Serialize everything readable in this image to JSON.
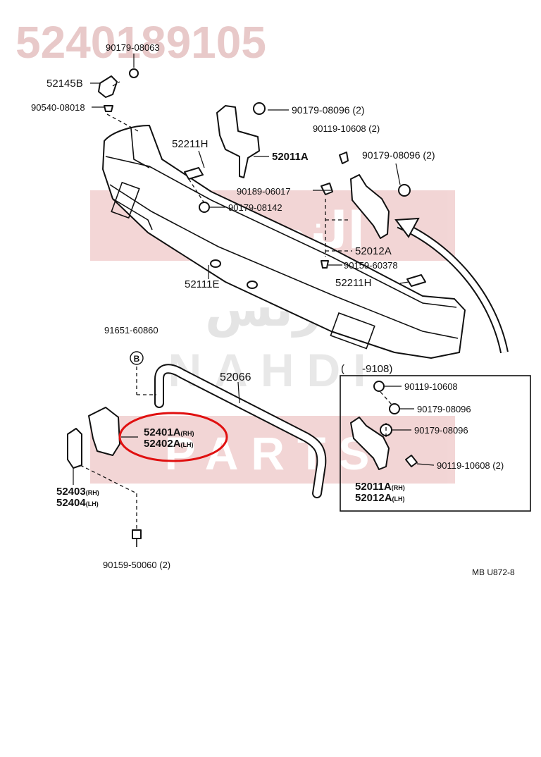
{
  "header": {
    "part_number": "5240189105"
  },
  "watermark": {
    "arabic_line1": "النهدي",
    "arabic_line2": "بارتس",
    "latin_line1": "NAHDI",
    "latin_line2": "PARTS"
  },
  "labels": {
    "l_90179_08063": "90179-08063",
    "l_52145b": "52145B",
    "l_90540_08018": "90540-08018",
    "l_52211h_a": "52211H",
    "l_90179_08096_a": "90179-08096 (2)",
    "l_90119_10608_a": "90119-10608 (2)",
    "l_52011a": "52011A",
    "l_90179_08096_b": "90179-08096 (2)",
    "l_90189_06017": "90189-06017",
    "l_90179_08142": "90179-08142",
    "l_52012a": "52012A",
    "l_90159_60378": "90159-60378",
    "l_52111e": "52111E",
    "l_52211h_b": "52211H",
    "l_91651_60860": "91651-60860",
    "l_b_marker": "B",
    "l_52066": "52066",
    "l_52401a": "52401A",
    "l_52401a_side": "(RH)",
    "l_52402a": "52402A",
    "l_52402a_side": "(LH)",
    "l_52403": "52403",
    "l_52403_side": "(RH)",
    "l_52404": "52404",
    "l_52404_side": "(LH)",
    "l_90159_50060": "90159-50060 (2)"
  },
  "inset": {
    "range": "(      -9108)",
    "l_90119_10608": "90119-10608",
    "l_90179_08096_c": "90179-08096",
    "l_90179_08096_d": "90179-08096",
    "l_90119_10608_b": "90119-10608 (2)",
    "l_52011a": "52011A",
    "l_52011a_side": "(RH)",
    "l_52012a": "52012A",
    "l_52012a_side": "(LH)"
  },
  "footer": {
    "code": "MB U872-8"
  },
  "colors": {
    "highlight": "#e01010",
    "watermark": "#e9b4b4",
    "ink": "#111111",
    "header": "#e8c9c9"
  }
}
